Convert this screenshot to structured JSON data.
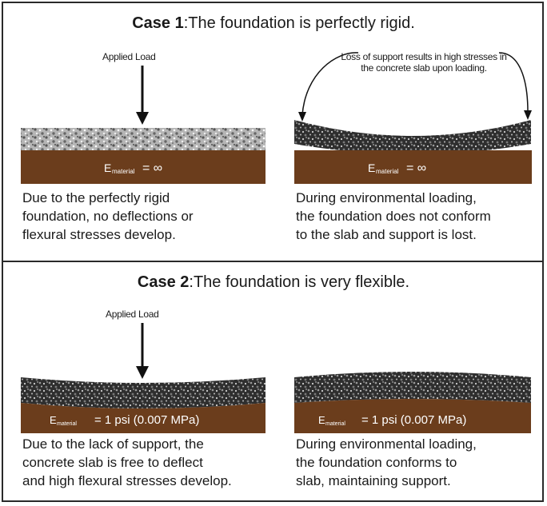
{
  "case1": {
    "heading_bold": "Case 1",
    "heading_rest": ":The foundation is perfectly rigid.",
    "left": {
      "load_label": "Applied Load",
      "e_symbol": "E",
      "e_subscript": "material",
      "e_value": "= ∞",
      "caption": "Due to the perfectly rigid\nfoundation, no deflections or\nflexural stresses develop."
    },
    "right": {
      "annotation": "Loss of support results in\nhigh stresses in the\nconcrete slab upon loading.",
      "e_symbol": "E",
      "e_subscript": "material",
      "e_value": "= ∞",
      "caption": "During environmental loading,\nthe foundation does not conform\nto the slab and support is lost."
    }
  },
  "case2": {
    "heading_bold": "Case 2",
    "heading_rest": ":The foundation is very flexible.",
    "left": {
      "load_label": "Applied Load",
      "e_symbol": "E",
      "e_subscript": "material",
      "e_value": "= 1 psi (0.007 MPa)",
      "caption": "Due to the lack of support, the\nconcrete slab is free to deflect\nand high flexural stresses develop."
    },
    "right": {
      "e_symbol": "E",
      "e_subscript": "material",
      "e_value": "= 1 psi (0.007 MPa)",
      "caption": "During environmental loading,\nthe foundation conforms to\nslab, maintaining support."
    }
  },
  "colors": {
    "foundation": "#6b3d1c",
    "slab_light": "#9a9a9a",
    "slab_dark": "#2b2b2b",
    "border": "#2a2a2a"
  }
}
